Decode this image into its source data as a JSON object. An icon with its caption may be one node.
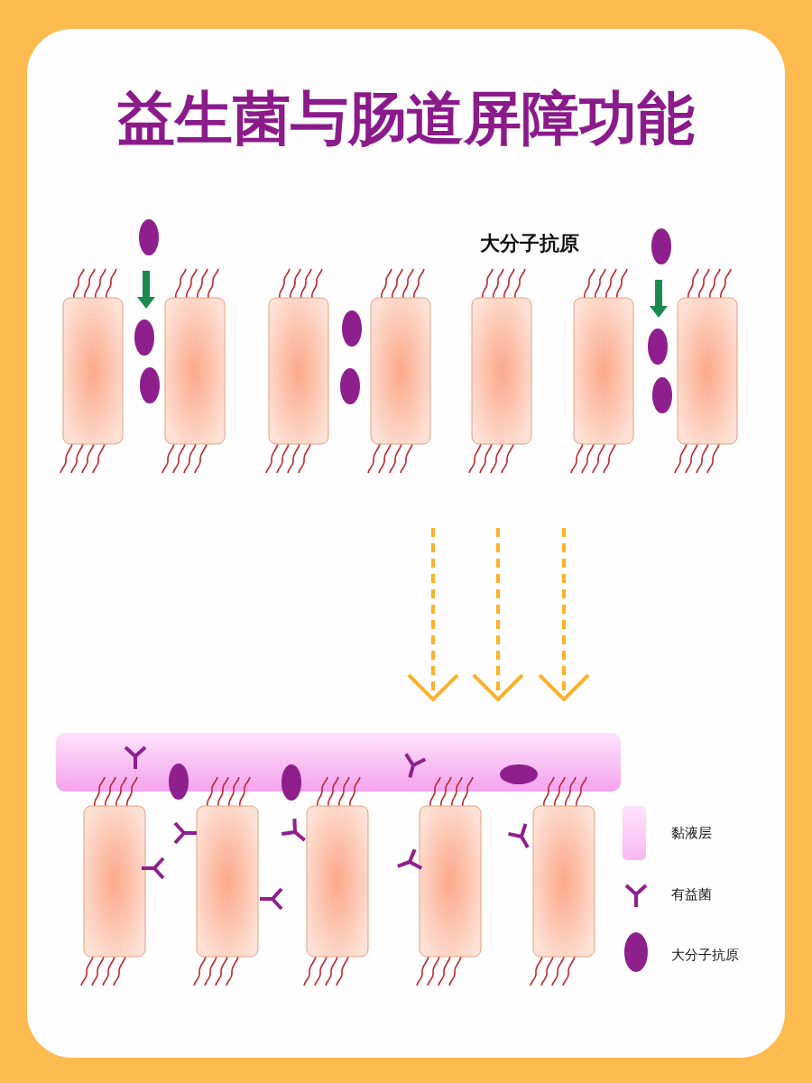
{
  "diagram": {
    "title": "益生菌与肠道屏障功能",
    "labels": [
      "大分子抗原"
    ],
    "legend": [
      {
        "text": "黏液层",
        "color": "#f9b8f4"
      },
      {
        "text": "有益菌"
      },
      {
        "text": "大分子抗原"
      }
    ]
  }
}
